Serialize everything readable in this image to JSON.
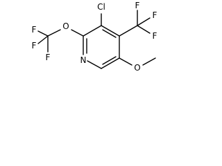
{
  "structure": {
    "atoms": {
      "cl": "Cl",
      "n": "N",
      "o_ocf3": "O",
      "o_ome": "O",
      "f_a1": "F",
      "f_a2": "F",
      "f_a3": "F",
      "f_b1": "F",
      "f_b2": "F",
      "f_b3": "F"
    }
  }
}
